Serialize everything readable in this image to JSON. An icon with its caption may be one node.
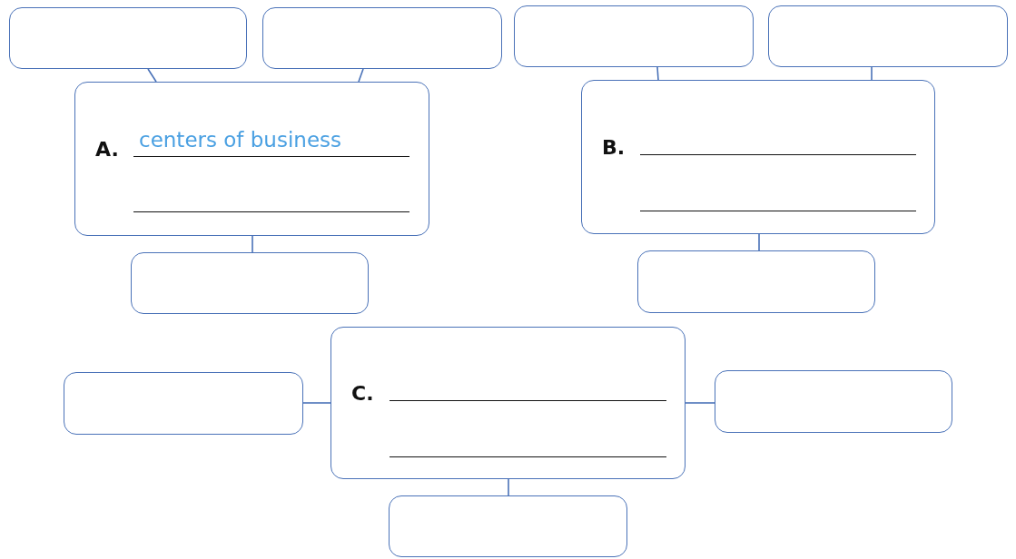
{
  "diagram": {
    "nodes": [
      {
        "text": [],
        "shape": "box"
      },
      {
        "text": [],
        "shape": "box"
      },
      {
        "text": [],
        "shape": "box"
      },
      {
        "text": [],
        "shape": "box"
      },
      {
        "text": [
          "A.",
          "centers of business"
        ]
      },
      {
        "text": [
          "B."
        ]
      },
      {
        "text": [],
        "shape": "box"
      },
      {
        "text": [],
        "shape": "box"
      },
      {
        "text": [
          "C."
        ]
      },
      {
        "text": [],
        "shape": "box"
      },
      {
        "text": [],
        "shape": "box"
      },
      {
        "text": [],
        "shape": "box"
      }
    ],
    "edges": [
      {
        "from": 0,
        "to": 4,
        "arrow": "none"
      },
      {
        "from": 1,
        "to": 4,
        "arrow": "none"
      },
      {
        "from": 2,
        "to": 5,
        "arrow": "none"
      },
      {
        "from": 3,
        "to": 5,
        "arrow": "none"
      },
      {
        "from": 4,
        "to": 6,
        "arrow": "none"
      },
      {
        "from": 5,
        "to": 7,
        "arrow": "none"
      },
      {
        "from": 8,
        "to": 9,
        "arrow": "none"
      },
      {
        "from": 8,
        "to": 10,
        "arrow": "none"
      },
      {
        "from": 8,
        "to": 11,
        "arrow": "none"
      }
    ]
  }
}
